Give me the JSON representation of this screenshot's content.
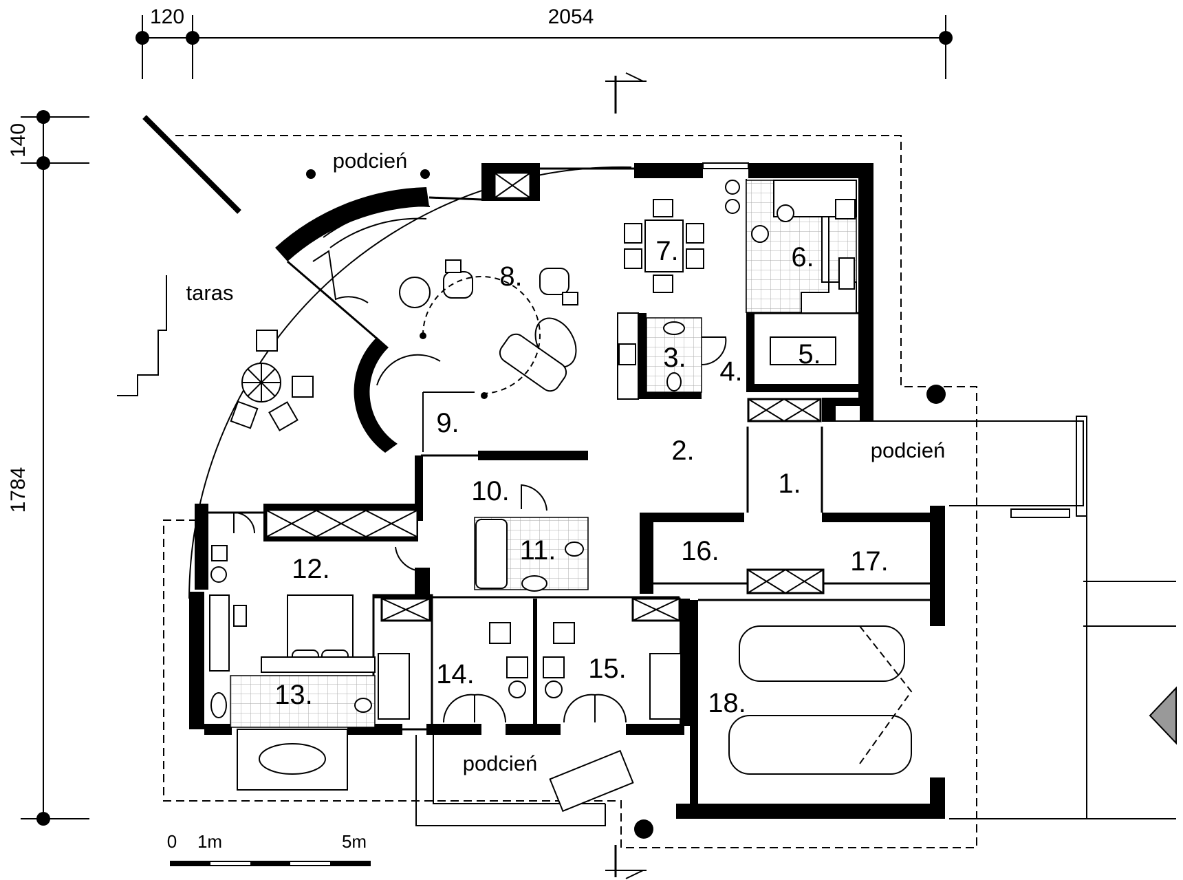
{
  "dimensions": {
    "top_left": "120",
    "top_main": "2054",
    "left_top": "140",
    "left_main": "1784"
  },
  "rooms": [
    {
      "number": "1."
    },
    {
      "number": "2."
    },
    {
      "number": "3."
    },
    {
      "number": "4."
    },
    {
      "number": "5."
    },
    {
      "number": "6."
    },
    {
      "number": "7."
    },
    {
      "number": "8."
    },
    {
      "number": "9."
    },
    {
      "number": "10."
    },
    {
      "number": "11."
    },
    {
      "number": "12."
    },
    {
      "number": "13."
    },
    {
      "number": "14."
    },
    {
      "number": "15."
    },
    {
      "number": "16."
    },
    {
      "number": "17."
    },
    {
      "number": "18."
    }
  ],
  "outdoor": {
    "podcien_north": "podcień",
    "podcien_east": "podcień",
    "podcien_south": "podcień",
    "taras": "taras"
  },
  "scale_bar": {
    "zero": "0",
    "one": "1m",
    "five": "5m"
  }
}
